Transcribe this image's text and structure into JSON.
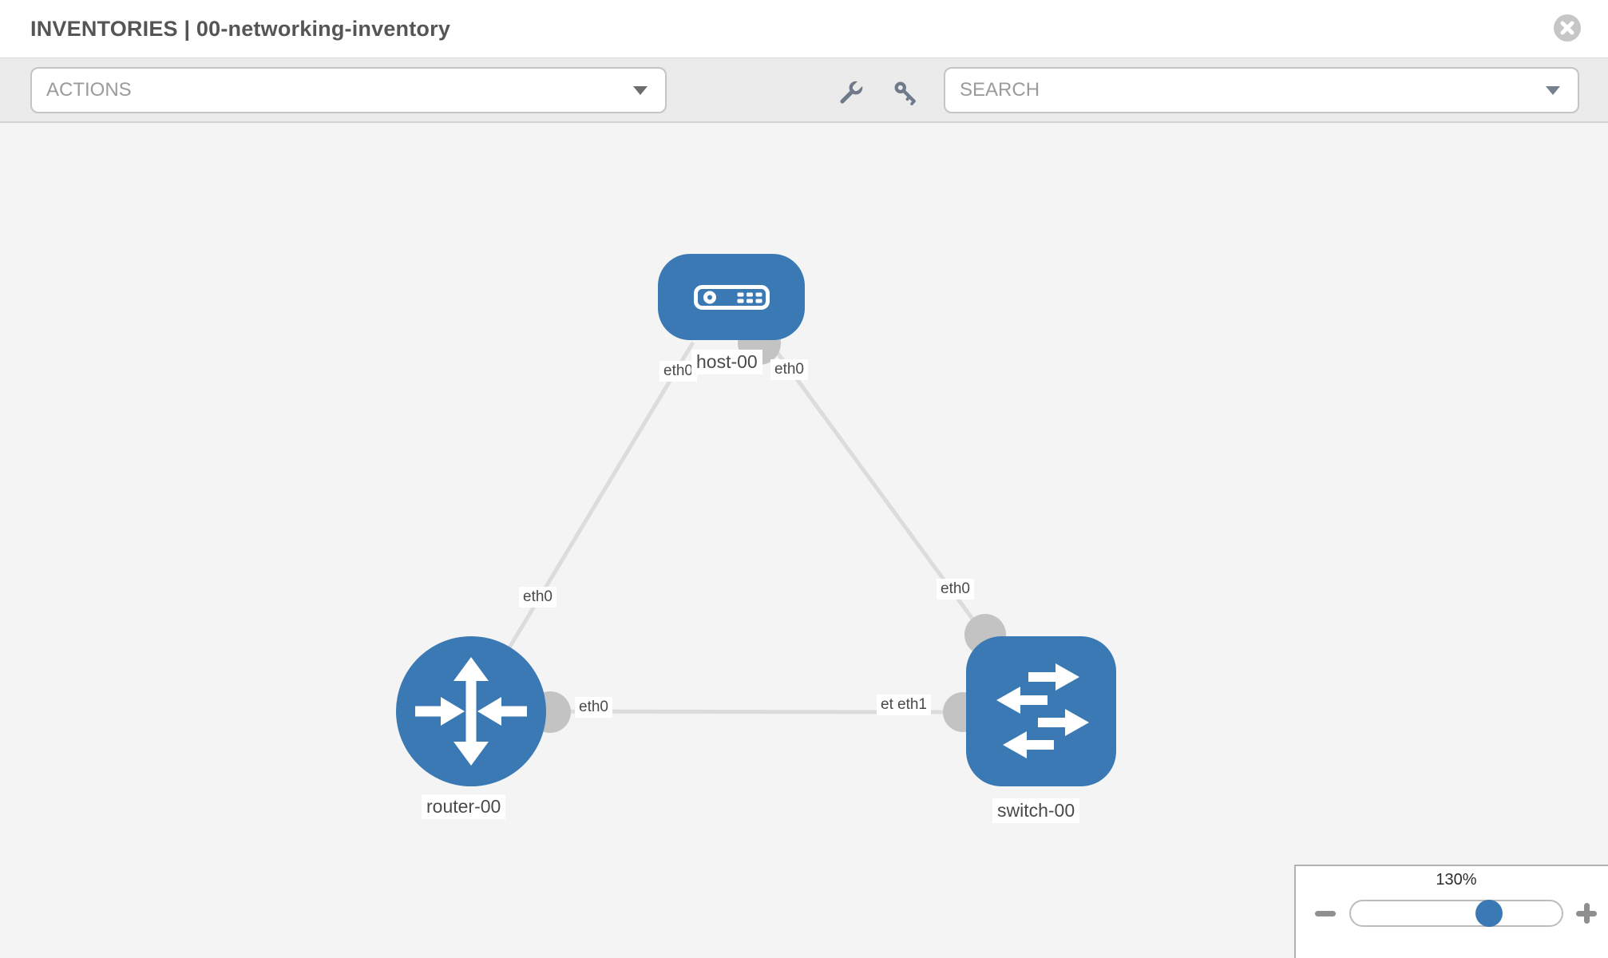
{
  "header": {
    "title": "INVENTORIES | 00-networking-inventory",
    "close_icon": "x-circle"
  },
  "toolbar": {
    "actions": {
      "label": "ACTIONS",
      "caret_icon": "chevron-down"
    },
    "tools": [
      {
        "icon": "wrench"
      },
      {
        "icon": "key"
      }
    ],
    "search": {
      "placeholder": "SEARCH",
      "caret_icon": "chevron-down"
    }
  },
  "topology": {
    "nodes": [
      {
        "label": "host-00",
        "type": "host",
        "shape": "rounded-rect",
        "icon": "server"
      },
      {
        "label": "router-00",
        "type": "router",
        "shape": "circle",
        "icon": "router-arrows"
      },
      {
        "label": "switch-00",
        "type": "switch",
        "shape": "rounded-square",
        "icon": "switch-arrows"
      }
    ],
    "port_labels": {
      "host_left": "eth0",
      "host_right": "eth0",
      "link_router_host": "eth0",
      "link_host_switch": "eth0",
      "router_right": "eth0",
      "switch_left_under": "eth0",
      "switch_left_top": "eth1"
    },
    "links": [
      {
        "from": "router-00",
        "to": "host-00"
      },
      {
        "from": "host-00",
        "to": "switch-00"
      },
      {
        "from": "router-00",
        "to": "switch-00"
      }
    ]
  },
  "zoom_control": {
    "value": "130%",
    "zoom_out_icon": "minus",
    "zoom_in_icon": "plus"
  },
  "colors": {
    "node_blue": "#3a79b4",
    "link_gray": "#dcdcdc",
    "interface_gray": "#c3c3c3",
    "canvas_bg": "#f4f4f4",
    "toolbar_bg": "#ebebeb"
  }
}
